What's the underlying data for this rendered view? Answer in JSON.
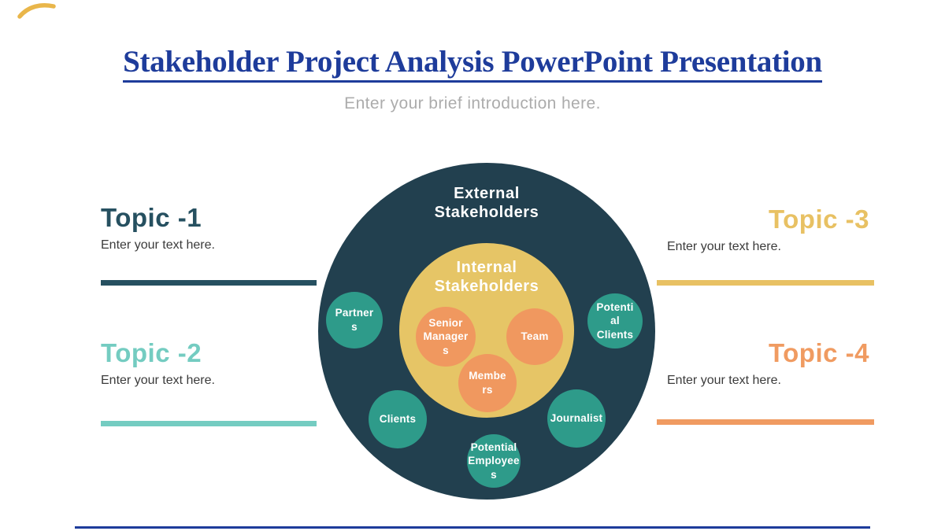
{
  "slide": {
    "title": "Stakeholder Project Analysis PowerPoint Presentation",
    "subtitle": "Enter your brief introduction here."
  },
  "topics": [
    {
      "label": "Topic -1",
      "body": "Enter your text here.",
      "color": "#265060"
    },
    {
      "label": "Topic -2",
      "body": "Enter your text here.",
      "color": "#74CCC1"
    },
    {
      "label": "Topic -3",
      "body": "Enter your text here.",
      "color": "#E8C163"
    },
    {
      "label": "Topic -4",
      "body": "Enter your text here.",
      "color": "#F09B61"
    }
  ],
  "diagram": {
    "external_label": "External\nStakeholders",
    "internal_label": "Internal\nStakeholders",
    "external_bubbles": [
      {
        "label": "Partners",
        "lines": "Partner\ns"
      },
      {
        "label": "Potential Clients",
        "lines": "Potenti\nal\nClients"
      },
      {
        "label": "Clients",
        "lines": "Clients"
      },
      {
        "label": "Journalist",
        "lines": "Journalist"
      },
      {
        "label": "Potential Employees",
        "lines": "Potential\nEmployee\ns"
      }
    ],
    "internal_bubbles": [
      {
        "label": "Senior Managers",
        "lines": "Senior\nManager\ns"
      },
      {
        "label": "Team",
        "lines": "Team"
      },
      {
        "label": "Members",
        "lines": "Membe\nrs"
      }
    ]
  },
  "colors": {
    "title_navy": "#1E3C9B",
    "subtitle_gray": "#ACACAC",
    "outer_circle": "#22404F",
    "inner_circle": "#E6C566",
    "external_bubble": "#2E9B8A",
    "internal_bubble": "#F0985F",
    "topic1_accent": "#265060",
    "topic2_accent": "#74CCC1",
    "topic3_accent": "#E8C163",
    "topic4_accent": "#F09B61",
    "footer_line": "#1E3C9B",
    "corner_swoosh": "#E9B64A",
    "body_text": "#3B3B3B"
  }
}
